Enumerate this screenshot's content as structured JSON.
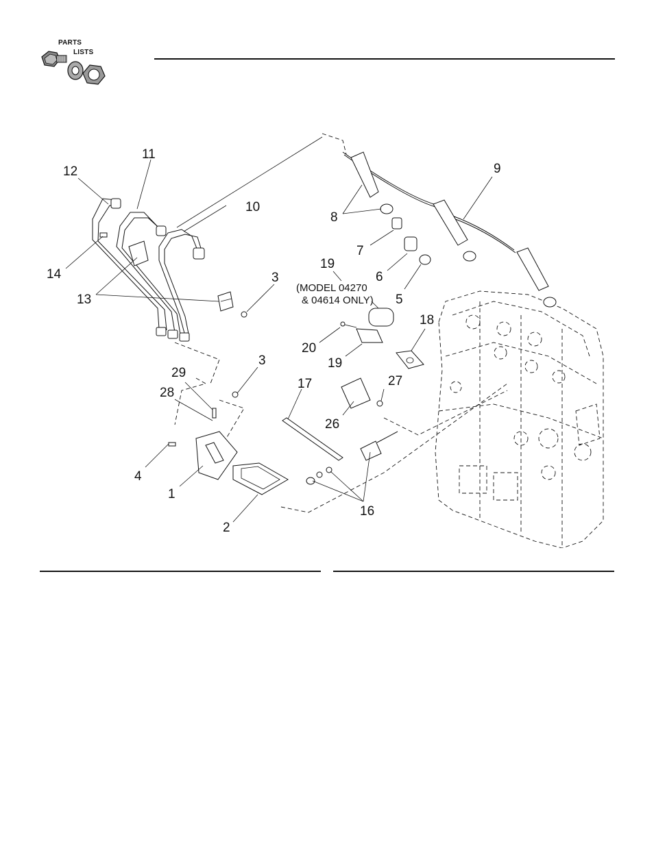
{
  "header": {
    "logo_line1": "PARTS",
    "logo_line2": "LISTS"
  },
  "diagram": {
    "callouts": [
      {
        "id": "c1",
        "text": "1"
      },
      {
        "id": "c2",
        "text": "2"
      },
      {
        "id": "c3a",
        "text": "3"
      },
      {
        "id": "c3b",
        "text": "3"
      },
      {
        "id": "c4",
        "text": "4"
      },
      {
        "id": "c5",
        "text": "5"
      },
      {
        "id": "c6",
        "text": "6"
      },
      {
        "id": "c7",
        "text": "7"
      },
      {
        "id": "c8",
        "text": "8"
      },
      {
        "id": "c9",
        "text": "9"
      },
      {
        "id": "c10",
        "text": "10"
      },
      {
        "id": "c11",
        "text": "11"
      },
      {
        "id": "c12",
        "text": "12"
      },
      {
        "id": "c13",
        "text": "13"
      },
      {
        "id": "c14",
        "text": "14"
      },
      {
        "id": "c16",
        "text": "16"
      },
      {
        "id": "c17",
        "text": "17"
      },
      {
        "id": "c18",
        "text": "18"
      },
      {
        "id": "c19a",
        "text": "19"
      },
      {
        "id": "c19b",
        "text": "19"
      },
      {
        "id": "c20",
        "text": "20"
      },
      {
        "id": "c26",
        "text": "26"
      },
      {
        "id": "c27",
        "text": "27"
      },
      {
        "id": "c28",
        "text": "28"
      },
      {
        "id": "c29",
        "text": "29"
      }
    ],
    "note_line1": "(MODEL 04270",
    "note_line2": "& 04614 ONLY)"
  }
}
